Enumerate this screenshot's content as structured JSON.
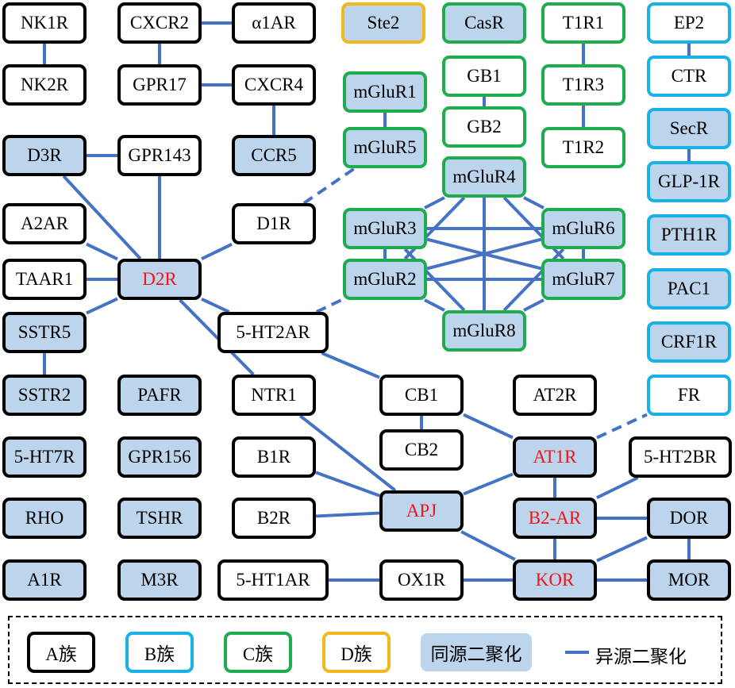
{
  "colors": {
    "family_A": "#000000",
    "family_B": "#19b2e8",
    "family_C": "#1fac4e",
    "family_D": "#f2b81c",
    "homodimer_fill": "#bdd5ec",
    "heterodimer_line": "#4472c4",
    "highlight_text": "#f01414"
  },
  "nodes": [
    {
      "id": "NK1R",
      "label": "NK1R",
      "family": "A",
      "homodimer": false
    },
    {
      "id": "NK2R",
      "label": "NK2R",
      "family": "A",
      "homodimer": false
    },
    {
      "id": "CXCR2",
      "label": "CXCR2",
      "family": "A",
      "homodimer": false
    },
    {
      "id": "a1AR",
      "label": "α1AR",
      "family": "A",
      "homodimer": false
    },
    {
      "id": "GPR17",
      "label": "GPR17",
      "family": "A",
      "homodimer": false
    },
    {
      "id": "CXCR4",
      "label": "CXCR4",
      "family": "A",
      "homodimer": false
    },
    {
      "id": "CCR5",
      "label": "CCR5",
      "family": "A",
      "homodimer": true
    },
    {
      "id": "D3R",
      "label": "D3R",
      "family": "A",
      "homodimer": true
    },
    {
      "id": "GPR143",
      "label": "GPR143",
      "family": "A",
      "homodimer": false
    },
    {
      "id": "A2AR",
      "label": "A2AR",
      "family": "A",
      "homodimer": false
    },
    {
      "id": "D2R",
      "label": "D2R",
      "family": "A",
      "homodimer": true,
      "highlight": true
    },
    {
      "id": "TAAR1",
      "label": "TAAR1",
      "family": "A",
      "homodimer": false
    },
    {
      "id": "SSTR5",
      "label": "SSTR5",
      "family": "A",
      "homodimer": true
    },
    {
      "id": "SSTR2",
      "label": "SSTR2",
      "family": "A",
      "homodimer": true
    },
    {
      "id": "PAFR",
      "label": "PAFR",
      "family": "A",
      "homodimer": true
    },
    {
      "id": "5HT7R",
      "label": "5-HT7R",
      "family": "A",
      "homodimer": true
    },
    {
      "id": "GPR156",
      "label": "GPR156",
      "family": "A",
      "homodimer": true
    },
    {
      "id": "RHO",
      "label": "RHO",
      "family": "A",
      "homodimer": true
    },
    {
      "id": "TSHR",
      "label": "TSHR",
      "family": "A",
      "homodimer": true
    },
    {
      "id": "A1R",
      "label": "A1R",
      "family": "A",
      "homodimer": true
    },
    {
      "id": "M3R",
      "label": "M3R",
      "family": "A",
      "homodimer": true
    },
    {
      "id": "D1R",
      "label": "D1R",
      "family": "A",
      "homodimer": false
    },
    {
      "id": "5HT2AR",
      "label": "5-HT2AR",
      "family": "A",
      "homodimer": false
    },
    {
      "id": "NTR1",
      "label": "NTR1",
      "family": "A",
      "homodimer": false
    },
    {
      "id": "B1R",
      "label": "B1R",
      "family": "A",
      "homodimer": false
    },
    {
      "id": "B2R",
      "label": "B2R",
      "family": "A",
      "homodimer": false
    },
    {
      "id": "5HT1AR",
      "label": "5-HT1AR",
      "family": "A",
      "homodimer": false
    },
    {
      "id": "CB1",
      "label": "CB1",
      "family": "A",
      "homodimer": false
    },
    {
      "id": "CB2",
      "label": "CB2",
      "family": "A",
      "homodimer": false
    },
    {
      "id": "APJ",
      "label": "APJ",
      "family": "A",
      "homodimer": true,
      "highlight": true
    },
    {
      "id": "OX1R",
      "label": "OX1R",
      "family": "A",
      "homodimer": false
    },
    {
      "id": "AT2R",
      "label": "AT2R",
      "family": "A",
      "homodimer": false
    },
    {
      "id": "AT1R",
      "label": "AT1R",
      "family": "A",
      "homodimer": true,
      "highlight": true
    },
    {
      "id": "B2AR",
      "label": "B2-AR",
      "family": "A",
      "homodimer": true,
      "highlight": true
    },
    {
      "id": "KOR",
      "label": "KOR",
      "family": "A",
      "homodimer": true,
      "highlight": true
    },
    {
      "id": "5HT2BR",
      "label": "5-HT2BR",
      "family": "A",
      "homodimer": false
    },
    {
      "id": "DOR",
      "label": "DOR",
      "family": "A",
      "homodimer": true
    },
    {
      "id": "MOR",
      "label": "MOR",
      "family": "A",
      "homodimer": true
    },
    {
      "id": "Ste2",
      "label": "Ste2",
      "family": "D",
      "homodimer": true
    },
    {
      "id": "CasR",
      "label": "CasR",
      "family": "C",
      "homodimer": true
    },
    {
      "id": "mGluR1",
      "label": "mGluR1",
      "family": "C",
      "homodimer": true
    },
    {
      "id": "mGluR5",
      "label": "mGluR5",
      "family": "C",
      "homodimer": true
    },
    {
      "id": "GB1",
      "label": "GB1",
      "family": "C",
      "homodimer": false
    },
    {
      "id": "GB2",
      "label": "GB2",
      "family": "C",
      "homodimer": false
    },
    {
      "id": "mGluR4",
      "label": "mGluR4",
      "family": "C",
      "homodimer": true
    },
    {
      "id": "mGluR3",
      "label": "mGluR3",
      "family": "C",
      "homodimer": true
    },
    {
      "id": "mGluR6",
      "label": "mGluR6",
      "family": "C",
      "homodimer": true
    },
    {
      "id": "mGluR2",
      "label": "mGluR2",
      "family": "C",
      "homodimer": true
    },
    {
      "id": "mGluR7",
      "label": "mGluR7",
      "family": "C",
      "homodimer": true
    },
    {
      "id": "mGluR8",
      "label": "mGluR8",
      "family": "C",
      "homodimer": true
    },
    {
      "id": "T1R1",
      "label": "T1R1",
      "family": "C",
      "homodimer": false
    },
    {
      "id": "T1R3",
      "label": "T1R3",
      "family": "C",
      "homodimer": false
    },
    {
      "id": "T1R2",
      "label": "T1R2",
      "family": "C",
      "homodimer": false
    },
    {
      "id": "EP2",
      "label": "EP2",
      "family": "B",
      "homodimer": false
    },
    {
      "id": "CTR",
      "label": "CTR",
      "family": "B",
      "homodimer": false
    },
    {
      "id": "SecR",
      "label": "SecR",
      "family": "B",
      "homodimer": true
    },
    {
      "id": "GLP1R",
      "label": "GLP-1R",
      "family": "B",
      "homodimer": true
    },
    {
      "id": "PTH1R",
      "label": "PTH1R",
      "family": "B",
      "homodimer": true
    },
    {
      "id": "PAC1",
      "label": "PAC1",
      "family": "B",
      "homodimer": true
    },
    {
      "id": "CRF1R",
      "label": "CRF1R",
      "family": "B",
      "homodimer": true
    },
    {
      "id": "FR",
      "label": "FR",
      "family": "B",
      "homodimer": false
    }
  ],
  "edges": [
    {
      "from": "NK1R",
      "to": "NK2R"
    },
    {
      "from": "CXCR2",
      "to": "a1AR"
    },
    {
      "from": "CXCR2",
      "to": "GPR17"
    },
    {
      "from": "GPR17",
      "to": "CXCR4"
    },
    {
      "from": "CXCR4",
      "to": "CCR5"
    },
    {
      "from": "D3R",
      "to": "GPR143"
    },
    {
      "from": "D3R",
      "to": "D2R"
    },
    {
      "from": "GPR143",
      "to": "D2R"
    },
    {
      "from": "A2AR",
      "to": "D2R"
    },
    {
      "from": "TAAR1",
      "to": "D2R"
    },
    {
      "from": "SSTR5",
      "to": "D2R"
    },
    {
      "from": "SSTR5",
      "to": "SSTR2"
    },
    {
      "from": "D2R",
      "to": "D1R"
    },
    {
      "from": "D2R",
      "to": "5HT2AR"
    },
    {
      "from": "D2R",
      "to": "NTR1"
    },
    {
      "from": "D1R",
      "to": "mGluR5",
      "dashed": true
    },
    {
      "from": "5HT2AR",
      "to": "mGluR2",
      "dashed": true
    },
    {
      "from": "5HT2AR",
      "to": "CB1"
    },
    {
      "from": "NTR1",
      "to": "APJ"
    },
    {
      "from": "B1R",
      "to": "APJ"
    },
    {
      "from": "B2R",
      "to": "APJ"
    },
    {
      "from": "APJ",
      "to": "AT1R"
    },
    {
      "from": "APJ",
      "to": "KOR"
    },
    {
      "from": "5HT1AR",
      "to": "OX1R"
    },
    {
      "from": "OX1R",
      "to": "KOR"
    },
    {
      "from": "CB1",
      "to": "CB2"
    },
    {
      "from": "CB1",
      "to": "AT1R"
    },
    {
      "from": "AT1R",
      "to": "B2AR"
    },
    {
      "from": "AT1R",
      "to": "FR",
      "dashed": true
    },
    {
      "from": "B2AR",
      "to": "KOR"
    },
    {
      "from": "B2AR",
      "to": "5HT2BR"
    },
    {
      "from": "B2AR",
      "to": "DOR"
    },
    {
      "from": "KOR",
      "to": "DOR"
    },
    {
      "from": "KOR",
      "to": "MOR"
    },
    {
      "from": "DOR",
      "to": "MOR"
    },
    {
      "from": "mGluR1",
      "to": "mGluR5"
    },
    {
      "from": "GB1",
      "to": "GB2"
    },
    {
      "from": "T1R1",
      "to": "T1R3"
    },
    {
      "from": "T1R3",
      "to": "T1R2"
    },
    {
      "from": "mGluR4",
      "to": "mGluR3"
    },
    {
      "from": "mGluR4",
      "to": "mGluR6"
    },
    {
      "from": "mGluR4",
      "to": "mGluR2"
    },
    {
      "from": "mGluR4",
      "to": "mGluR7"
    },
    {
      "from": "mGluR4",
      "to": "mGluR8"
    },
    {
      "from": "mGluR3",
      "to": "mGluR6"
    },
    {
      "from": "mGluR3",
      "to": "mGluR2"
    },
    {
      "from": "mGluR3",
      "to": "mGluR7"
    },
    {
      "from": "mGluR3",
      "to": "mGluR8"
    },
    {
      "from": "mGluR6",
      "to": "mGluR2"
    },
    {
      "from": "mGluR6",
      "to": "mGluR7"
    },
    {
      "from": "mGluR6",
      "to": "mGluR8"
    },
    {
      "from": "mGluR2",
      "to": "mGluR7"
    },
    {
      "from": "mGluR2",
      "to": "mGluR8"
    },
    {
      "from": "mGluR7",
      "to": "mGluR8"
    },
    {
      "from": "EP2",
      "to": "CTR"
    },
    {
      "from": "SecR",
      "to": "GLP1R"
    }
  ],
  "legend": {
    "family_A": "A族",
    "family_B": "B族",
    "family_C": "C族",
    "family_D": "D族",
    "homodimer": "同源二聚化",
    "heterodimer": "异源二聚化"
  }
}
